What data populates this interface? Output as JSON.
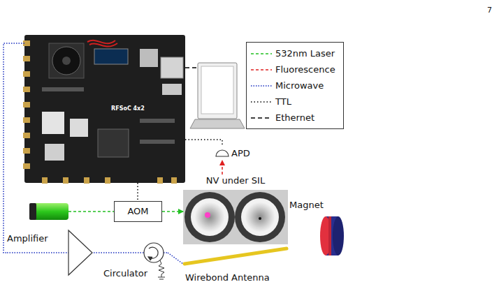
{
  "diagram": {
    "nodes": [
      {
        "text": [
          "RFSoC 4x2"
        ]
      },
      {
        "text": [
          "APD"
        ]
      },
      {
        "text": [
          "NV under SIL"
        ]
      },
      {
        "text": [
          "AOM"
        ]
      },
      {
        "text": [
          "Magnet"
        ]
      },
      {
        "text": [
          "Amplifier"
        ]
      },
      {
        "text": [
          "Circulator"
        ]
      },
      {
        "text": [
          "Wirebond Antenna"
        ]
      }
    ],
    "edges": [
      {
        "from": 0,
        "to": 1,
        "arrow": "none"
      },
      {
        "from": 0,
        "to": 3,
        "arrow": "none"
      },
      {
        "from": 3,
        "to": 2,
        "arrow": "to"
      },
      {
        "from": 2,
        "to": 1,
        "arrow": "to"
      },
      {
        "from": 0,
        "to": 5,
        "arrow": "none"
      },
      {
        "from": 5,
        "to": 6,
        "arrow": "none"
      },
      {
        "from": 6,
        "to": 7,
        "arrow": "none"
      }
    ],
    "labels": [
      "7"
    ],
    "legend": [
      {
        "text": "532nm Laser"
      },
      {
        "text": "Fluorescence"
      },
      {
        "text": "Microwave"
      },
      {
        "text": "TTL"
      },
      {
        "text": "Ethernet"
      }
    ]
  }
}
